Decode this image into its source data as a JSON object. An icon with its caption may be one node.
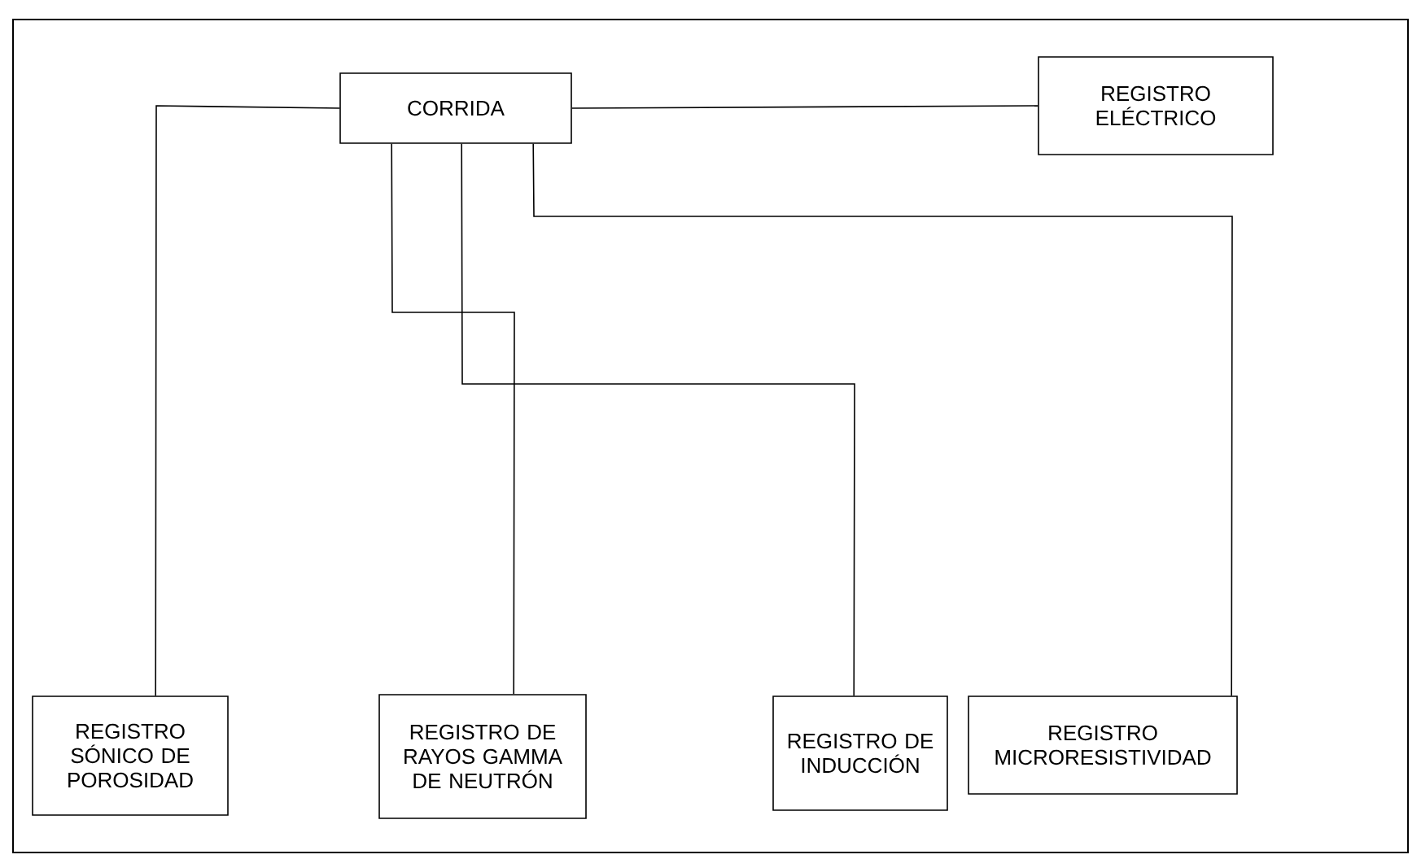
{
  "diagram": {
    "nodes": [
      {
        "text": [
          "CORRIDA"
        ]
      },
      {
        "text": [
          "REGISTRO ELÉCTRICO"
        ]
      },
      {
        "text": [
          "REGISTRO SÓNICO DE POROSIDAD"
        ]
      },
      {
        "text": [
          "REGISTRO DE RAYOS GAMMA DE NEUTRÓN"
        ]
      },
      {
        "text": [
          "REGISTRO DE INDUCCIÓN"
        ]
      },
      {
        "text": [
          "REGISTRO MICRORESISTIVIDAD"
        ]
      }
    ],
    "edges": [
      {
        "from": 0,
        "to": 2,
        "arrow": "none"
      },
      {
        "from": 0,
        "to": 1,
        "arrow": "none"
      },
      {
        "from": 0,
        "to": 3,
        "arrow": "none"
      },
      {
        "from": 0,
        "to": 4,
        "arrow": "none"
      },
      {
        "from": 0,
        "to": 5,
        "arrow": "none"
      }
    ]
  }
}
